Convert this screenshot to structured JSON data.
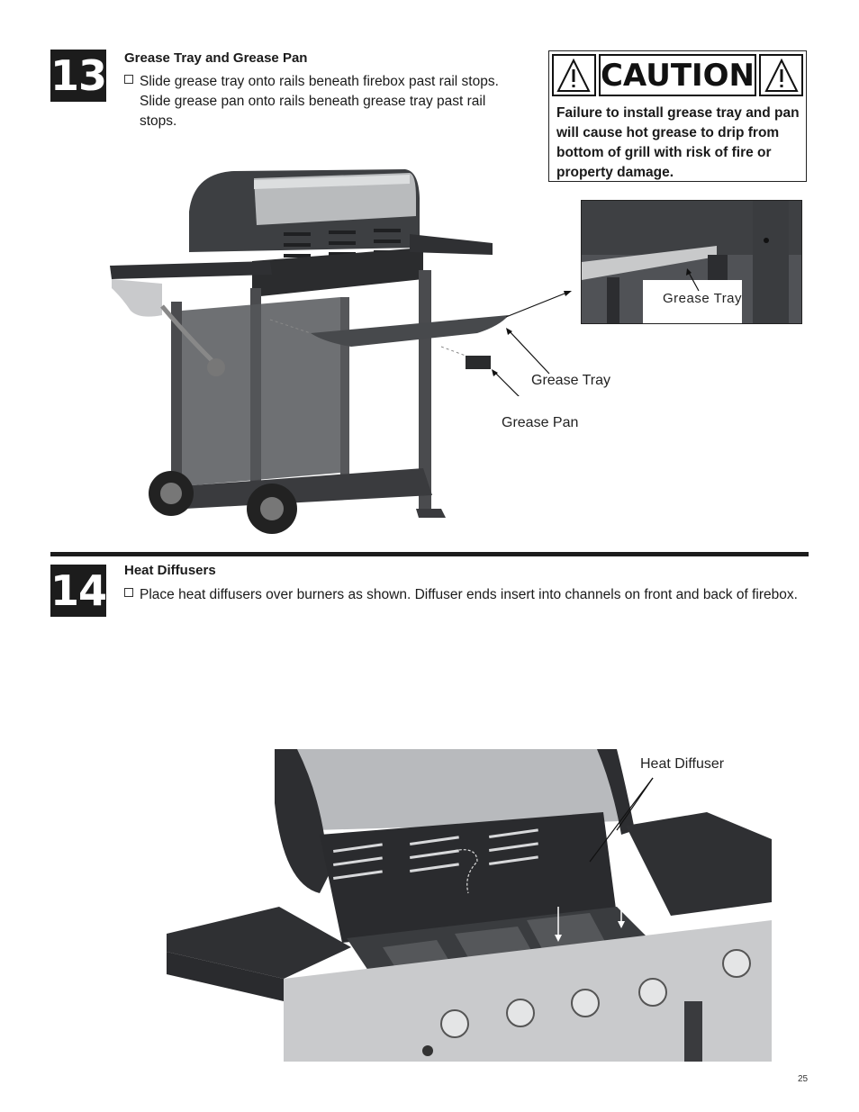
{
  "step13": {
    "number": "13",
    "title": "Grease Tray and Grease Pan",
    "line1": "Slide grease tray onto rails beneath firebox past rail stops.",
    "line2": "Slide grease pan onto rails beneath grease tray past rail",
    "line3": "stops."
  },
  "caution": {
    "word": "CAUTION",
    "text": "Failure to install grease tray and pan will cause hot grease to drip from bottom of grill with risk of fire or property damage."
  },
  "labels": {
    "inset_grease_tray": "Grease Tray",
    "grease_tray": "Grease Tray",
    "grease_pan": "Grease Pan",
    "heat_diffuser": "Heat Diffuser"
  },
  "step14": {
    "number": "14",
    "title": "Heat Diffusers",
    "text": "Place heat diffusers over burners as shown.  Diffuser ends insert into channels on front and back of firebox."
  },
  "page_number": "25",
  "icons": [
    "warning-triangle-icon",
    "checkbox-bullet-icon"
  ]
}
